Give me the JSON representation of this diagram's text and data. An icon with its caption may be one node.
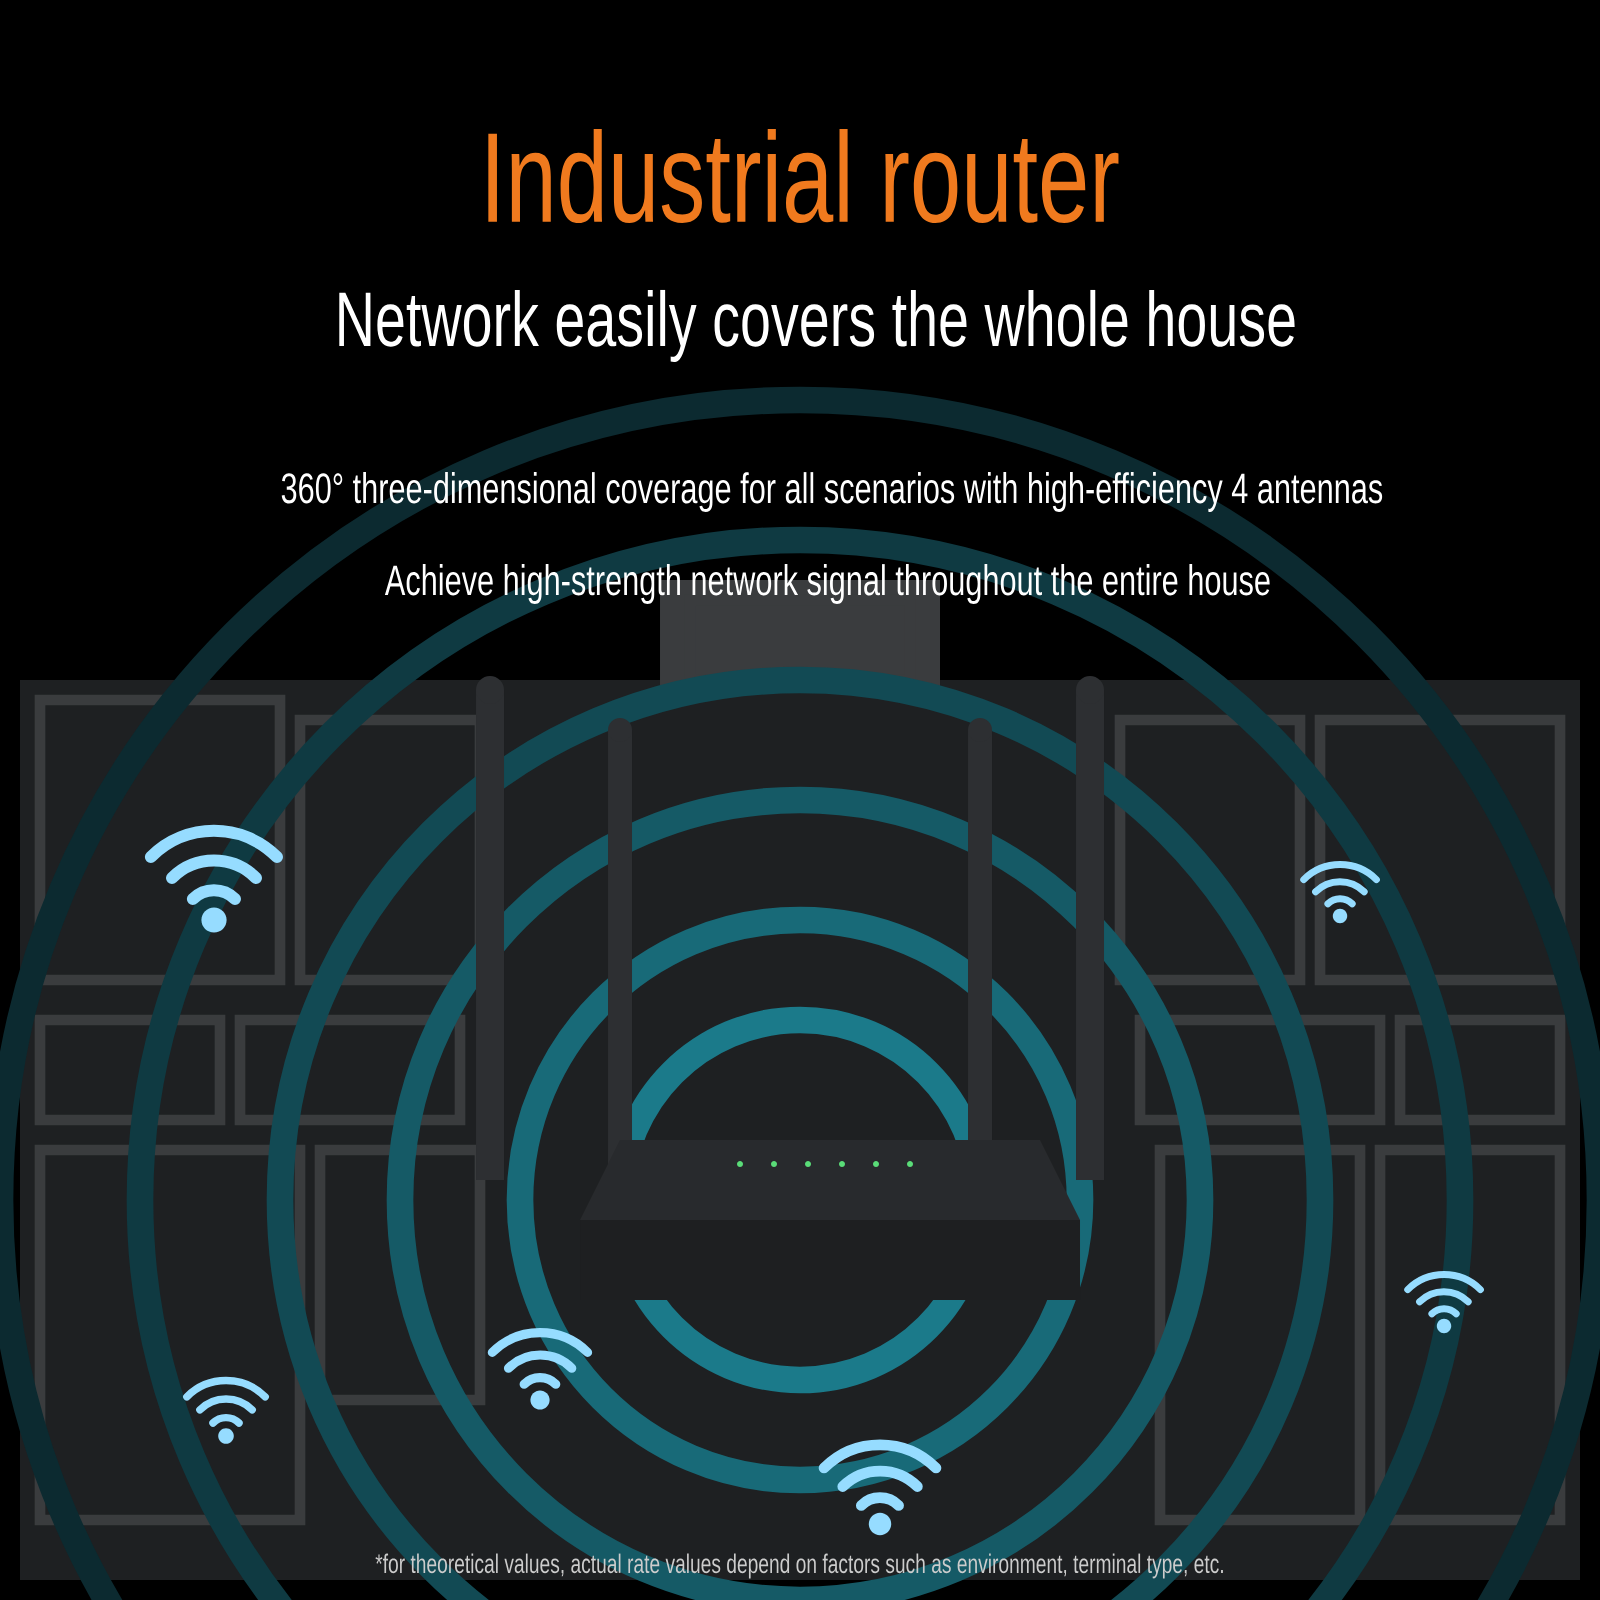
{
  "diagram": {
    "title": "Industrial router",
    "labels": [
      "Network easily covers the whole house",
      "360° three-dimensional coverage for all scenarios with high-efficiency 4 antennas",
      "Achieve high-strength network signal throughout the entire house",
      "*for theoretical values, actual rate values depend on factors such as environment, terminal type, etc."
    ]
  }
}
